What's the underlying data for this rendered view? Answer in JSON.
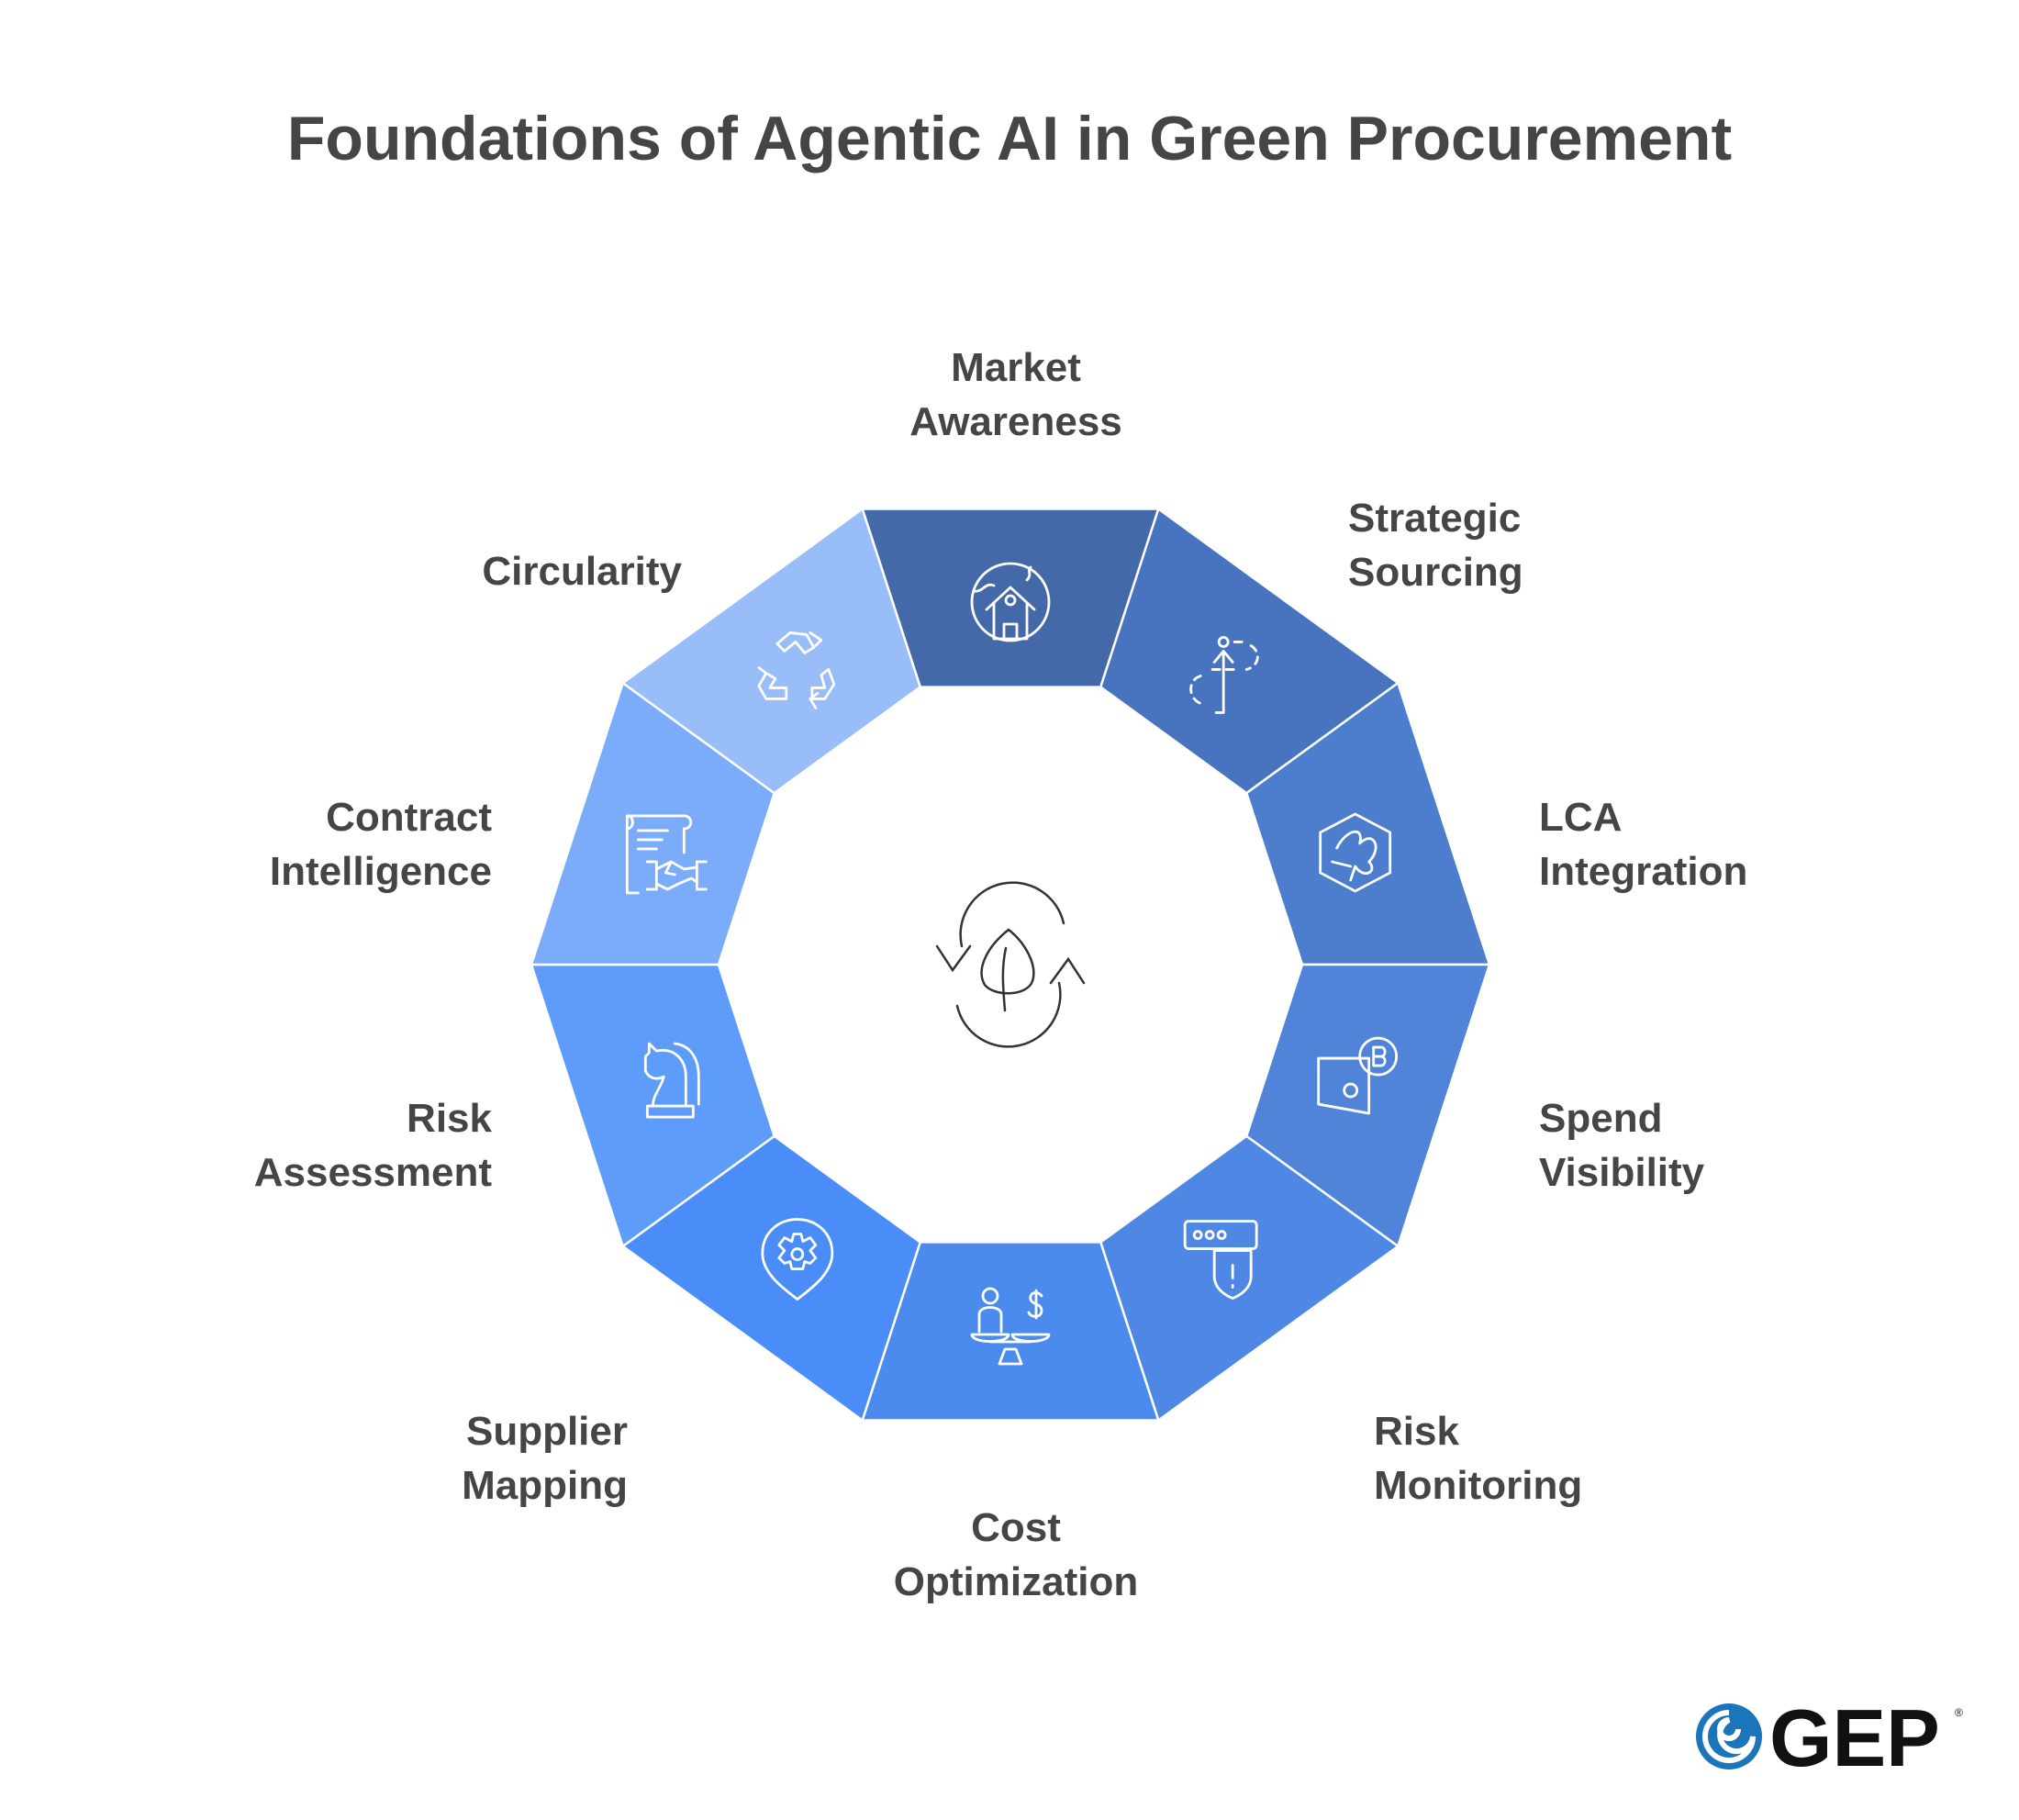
{
  "title": "Foundations of Agentic AI in Green Procurement",
  "center_icon": "leaf-cycle-icon",
  "segments": [
    {
      "label": [
        "Market",
        "Awareness"
      ],
      "icon": "globe-house-icon",
      "color": "#4469A8"
    },
    {
      "label": [
        "Strategic",
        "Sourcing"
      ],
      "icon": "path-arrow-icon",
      "color": "#4773BF"
    },
    {
      "label": [
        "LCA",
        "Integration"
      ],
      "icon": "hexagon-leaf-icon",
      "color": "#4D7ECD"
    },
    {
      "label": [
        "Spend",
        "Visibility"
      ],
      "icon": "wallet-coin-icon",
      "color": "#4F84D9"
    },
    {
      "label": [
        "Risk",
        "Monitoring"
      ],
      "icon": "alert-shield-icon",
      "color": "#4E88E4"
    },
    {
      "label": [
        "Cost",
        "Optimization"
      ],
      "icon": "balance-scale-icon",
      "color": "#4B8BEE"
    },
    {
      "label": [
        "Supplier",
        "Mapping"
      ],
      "icon": "location-gear-icon",
      "color": "#4A8CF8"
    },
    {
      "label": [
        "Risk",
        "Assessment"
      ],
      "icon": "chess-knight-icon",
      "color": "#5E9CF9"
    },
    {
      "label": [
        "Contract",
        "Intelligence"
      ],
      "icon": "contract-handshake-icon",
      "color": "#7BACF9"
    },
    {
      "label": [
        "Circularity"
      ],
      "icon": "recycle-icon",
      "color": "#98BDF9"
    }
  ],
  "logo": {
    "text": "GEP",
    "mark": "®",
    "color": "#1B75BB"
  }
}
